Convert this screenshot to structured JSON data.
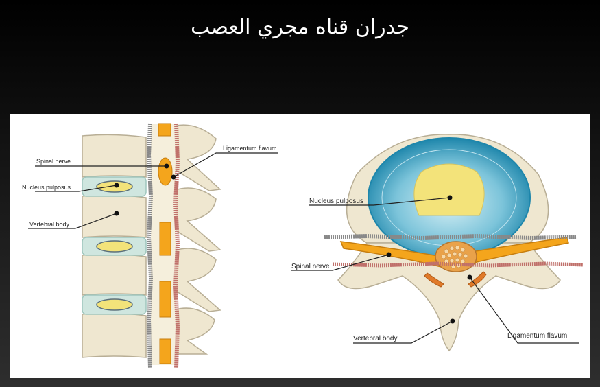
{
  "slide": {
    "title": "جدران قناه مجري العصب"
  },
  "colors": {
    "bone": "#efe7d0",
    "bone_stroke": "#b8ae95",
    "disc": "#cfe6df",
    "nucleus": "#f3e37a",
    "nerve": "#f4a51c",
    "annulus_outer": "#1e8fb2",
    "annulus_inner": "#a9dbe8",
    "wall_gray": "#888888",
    "wall_red": "#c0706a"
  },
  "lateral_view": {
    "labels": {
      "spinal_nerve": "Spinal nerve",
      "nucleus_pulposus": "Nucleus pulposus",
      "vertebral_body": "Vertebral body",
      "ligamentum_flavum": "Ligamentum flavum"
    }
  },
  "axial_view": {
    "labels": {
      "nucleus_pulposus": "Nucleus pulposus",
      "spinal_nerve": "Spinal nerve",
      "vertebral_body": "Vertebral body",
      "ligamentum_flavum": "Ligamentum flavum"
    }
  }
}
